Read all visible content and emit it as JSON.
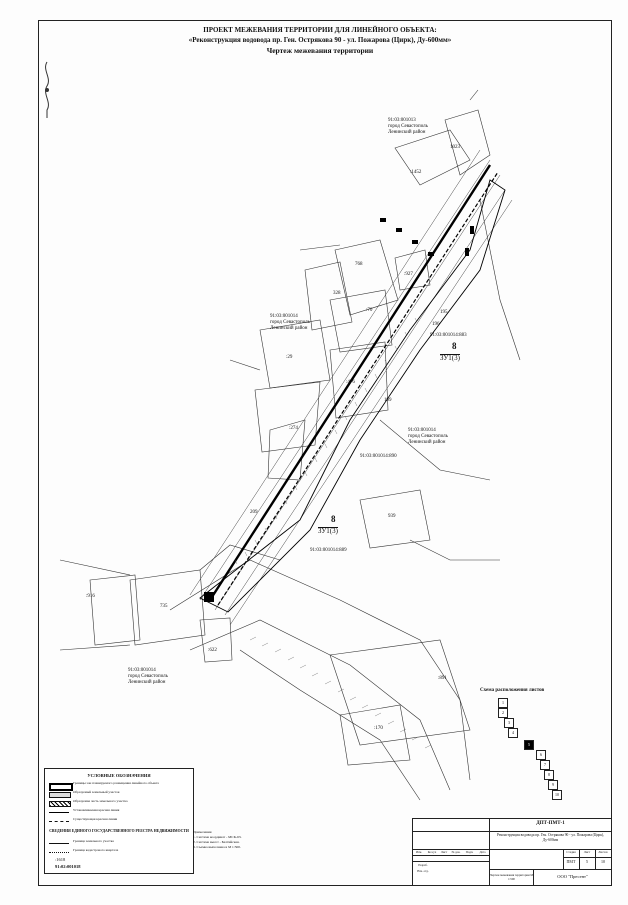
{
  "header": {
    "line1": "ПРОЕКТ МЕЖЕВАНИЯ ТЕРРИТОРИИ ДЛЯ ЛИНЕЙНОГО ОБЪЕКТА:",
    "line2": "«Реконструкция водовода пр. Ген. Острякова 90 - ул. Пожарова (Цирк), Ду-600мм»",
    "line3": "Чертеж межевания территории"
  },
  "map": {
    "q1013_num": "91:03:001013",
    "q1013_city": "город Севастополь",
    "q1013_dist": "Ленинский район",
    "q1014a_num": "91:03:001014",
    "q1014a_city": "город Севастополь",
    "q1014a_dist": "Ленинский район",
    "q1014b_num": "91:03:001014",
    "q1014b_city": "город Севастополь",
    "q1014b_dist": "Ленинский район",
    "q1014c_num": "91:03:001014",
    "q1014c_city": "город Севастополь",
    "q1014c_dist": "Ленинский район",
    "p1023": "1023",
    "p1452": ":1452",
    "p768": "768",
    "p927": ":927",
    "p328": "328",
    "p70": ":70",
    "p29": ":29",
    "p476": ":476",
    "p274": ":274",
    "p195": "195",
    "p196": "196",
    "p199": "199",
    "p209": "209",
    "p939": "939",
    "p916": ":916",
    "p735": "735",
    "p622": ":622",
    "p891": ":891",
    "p170": ":170",
    "p883": "91:03:001014:883",
    "p890": "91:03:001014:890",
    "p889": "91:03:001014:889",
    "zu_num_a": "8",
    "zu_lbl_a": "ЗУ1(3)",
    "zu_num_b": "8",
    "zu_lbl_b": "ЗУ1(3)"
  },
  "legend": {
    "title": "УСЛОВНЫЕ ОБОЗНАЧЕНИЯ",
    "subtitle": "СВЕДЕНИЯ ЕДИНОГО ГОСУДАРСТВЕННОГО РЕЕСТРА НЕДВИЖИМОСТИ",
    "items": [
      "Границы зон планируемого размещения линейного объекта",
      "Образуемый земельный участок",
      "Образуемая часть земельного участка",
      "Устанавливаемая красная линия",
      "Существующая красная линия",
      "Граница земельного участка",
      "Граница кадастрового квартала"
    ],
    "cad_ex1": ":1618",
    "cad_ex2": "91:02:001018"
  },
  "notes": {
    "title": "Примечания",
    "n1": "1. Система координат - МСК-63.",
    "n2": "2. Система высот - Балтийская.",
    "n3": "3. Съемка выполнена в М 1:500."
  },
  "scheme": {
    "title": "Схема расположения листов",
    "sheets": [
      "1",
      "2",
      "3",
      "4",
      "5",
      "6",
      "7",
      "8",
      "9",
      "10"
    ]
  },
  "stamp": {
    "code": "ДПТ-ПМТ-1",
    "project": "Реконструкция водовода пр. Ген. Острякова 90 - ул. Пожарова (Цирк), Ду-600мм",
    "stage_h": "Стадия",
    "sheet_h": "Лист",
    "sheets_h": "Листов",
    "stage": "ПМТ",
    "sheet": "5",
    "sheets": "10",
    "drawing": "Чертеж межевания территории  М 1:500",
    "org": "ООО \"Пресент\"",
    "col_izm": "Изм.",
    "col_kol": "Кол.уч",
    "col_list": "Лист",
    "col_doc": "№ док.",
    "col_podp": "Подп.",
    "col_date": "Дата",
    "razrab": "Разраб.",
    "prov": "Нач. отд."
  }
}
